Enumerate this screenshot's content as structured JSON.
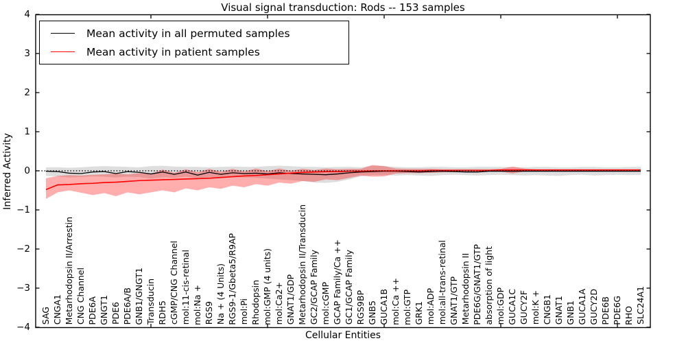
{
  "figure": {
    "title": "Visual signal transduction: Rods -- 153 samples",
    "xlabel": "Cellular Entities",
    "ylabel": "Inferred Activity"
  },
  "chart_data": {
    "type": "line",
    "title": "Visual signal transduction: Rods -- 153 samples",
    "xlabel": "Cellular Entities",
    "ylabel": "Inferred Activity",
    "ylim": [
      -4,
      4
    ],
    "yticks": [
      -4,
      -3,
      -2,
      -1,
      0,
      1,
      2,
      3,
      4
    ],
    "xtick_indices": [
      9,
      19,
      29,
      39,
      49
    ],
    "grid": false,
    "legend_position": "upper left",
    "zero_line": {
      "style": "dotted",
      "color": "#000000",
      "y": 0
    },
    "categories": [
      "SAG",
      "CNGA1",
      "Metarhodopsin II/Arrestin",
      "CNG Channel",
      "PDE6A",
      "GNGT1",
      "PDE6",
      "PDE6A/B",
      "GNB1/GNGT1",
      "Transducin",
      "RDH5",
      "cGMP/CNG Channel",
      "mol:11-cis-retinal",
      "mol:Na +",
      "RGS9",
      "Na + (4 Units)",
      "RGS9-1/Gbeta5/R9AP",
      "mol:Pi",
      "Rhodopsin",
      "mol:GMP (4 units)",
      "mol:Ca2+",
      "GNAT1/GDP",
      "Metarhodopsin II/Transducin",
      "GC2/GCAP Family",
      "mol:cGMP",
      "GCAP Family/Ca ++",
      "GC1/GCAP Family",
      "RGS9BP",
      "GNB5",
      "GUCA1B",
      "mol:Ca ++",
      "mol:GTP",
      "GRK1",
      "mol:ADP",
      "mol:all-trans-retinal",
      "GNAT1/GTP",
      "Metarhodopsin II",
      "PDE6G/GNAT1/GTP",
      "absorption of light",
      "mol:GDP",
      "GUCA1C",
      "GUCY2F",
      "mol:K +",
      "CNGB1",
      "GNAT1",
      "GNB1",
      "GUCA1A",
      "GUCY2D",
      "PDE6B",
      "PDE6G",
      "RHO",
      "SLC24A1"
    ],
    "series": [
      {
        "name": "Mean activity in all permuted samples",
        "color": "#000000",
        "line_width": 1.3,
        "values": [
          -0.01,
          -0.02,
          -0.06,
          -0.07,
          -0.03,
          -0.02,
          -0.07,
          -0.02,
          -0.04,
          -0.08,
          -0.03,
          -0.09,
          -0.03,
          -0.11,
          -0.04,
          -0.09,
          -0.05,
          -0.07,
          -0.06,
          -0.08,
          -0.05,
          -0.07,
          -0.08,
          -0.09,
          -0.1,
          -0.08,
          -0.05,
          -0.03,
          -0.02,
          -0.01,
          -0.01,
          -0.02,
          -0.03,
          -0.02,
          -0.01,
          -0.02,
          -0.03,
          -0.03,
          -0.01,
          -0.01,
          -0.01,
          -0.01,
          -0.01,
          -0.01,
          -0.01,
          -0.01,
          -0.01,
          -0.01,
          -0.01,
          -0.01,
          -0.01,
          -0.01
        ],
        "band": {
          "color": "#000000",
          "opacity": 0.13,
          "upper": [
            0.09,
            0.09,
            0.08,
            0.09,
            0.11,
            0.12,
            0.11,
            0.1,
            0.09,
            0.12,
            0.13,
            0.11,
            0.1,
            0.1,
            0.09,
            0.1,
            0.11,
            0.1,
            0.1,
            0.12,
            0.13,
            0.12,
            0.1,
            0.1,
            0.09,
            0.1,
            0.1,
            0.09,
            0.13,
            0.12,
            0.1,
            0.09,
            0.09,
            0.1,
            0.1,
            0.09,
            0.09,
            0.1,
            0.1,
            0.1,
            0.09,
            0.09,
            0.1,
            0.1,
            0.09,
            0.09,
            0.1,
            0.1,
            0.09,
            0.09,
            0.1,
            0.1
          ],
          "lower": [
            -0.13,
            -0.14,
            -0.17,
            -0.16,
            -0.14,
            -0.15,
            -0.17,
            -0.15,
            -0.16,
            -0.2,
            -0.16,
            -0.18,
            -0.15,
            -0.2,
            -0.16,
            -0.18,
            -0.16,
            -0.17,
            -0.18,
            -0.2,
            -0.22,
            -0.24,
            -0.26,
            -0.3,
            -0.31,
            -0.28,
            -0.22,
            -0.14,
            -0.11,
            -0.11,
            -0.12,
            -0.11,
            -0.12,
            -0.13,
            -0.11,
            -0.1,
            -0.11,
            -0.12,
            -0.11,
            -0.1,
            -0.11,
            -0.12,
            -0.11,
            -0.12,
            -0.13,
            -0.11,
            -0.1,
            -0.12,
            -0.11,
            -0.1,
            -0.11,
            -0.1
          ]
        }
      },
      {
        "name": "Mean activity in patient samples",
        "color": "#ff0000",
        "line_width": 1.6,
        "values": [
          -0.48,
          -0.36,
          -0.35,
          -0.33,
          -0.32,
          -0.3,
          -0.29,
          -0.27,
          -0.25,
          -0.24,
          -0.23,
          -0.22,
          -0.21,
          -0.2,
          -0.19,
          -0.17,
          -0.15,
          -0.13,
          -0.12,
          -0.1,
          -0.08,
          -0.06,
          -0.04,
          -0.03,
          -0.02,
          -0.02,
          -0.01,
          -0.01,
          0.0,
          0.0,
          0.0,
          0.0,
          0.0,
          0.01,
          0.01,
          0.01,
          0.01,
          0.01,
          0.01,
          0.02,
          0.02,
          0.02,
          0.02,
          0.02,
          0.02,
          0.02,
          0.02,
          0.02,
          0.02,
          0.02,
          0.02,
          0.02
        ],
        "band": {
          "color": "#ff0000",
          "opacity": 0.32,
          "upper": [
            -0.19,
            -0.13,
            -0.11,
            -0.12,
            -0.1,
            -0.09,
            -0.07,
            -0.09,
            -0.06,
            -0.08,
            0.03,
            -0.05,
            0.04,
            -0.04,
            0.05,
            -0.03,
            0.05,
            -0.02,
            0.06,
            -0.01,
            0.06,
            0.0,
            0.05,
            0.02,
            0.06,
            0.04,
            0.05,
            0.05,
            0.15,
            0.12,
            0.06,
            0.05,
            0.05,
            0.05,
            0.04,
            0.04,
            0.04,
            0.04,
            0.04,
            0.05,
            0.11,
            0.06,
            0.04,
            0.04,
            0.04,
            0.04,
            0.04,
            0.04,
            0.04,
            0.04,
            0.04,
            0.04
          ],
          "lower": [
            -0.72,
            -0.55,
            -0.5,
            -0.56,
            -0.62,
            -0.57,
            -0.65,
            -0.55,
            -0.6,
            -0.55,
            -0.5,
            -0.55,
            -0.45,
            -0.5,
            -0.42,
            -0.46,
            -0.38,
            -0.42,
            -0.34,
            -0.38,
            -0.3,
            -0.33,
            -0.26,
            -0.28,
            -0.22,
            -0.24,
            -0.18,
            -0.12,
            -0.15,
            -0.14,
            -0.07,
            -0.06,
            -0.06,
            -0.05,
            -0.04,
            -0.03,
            -0.03,
            -0.03,
            -0.02,
            -0.02,
            -0.07,
            -0.02,
            -0.01,
            -0.01,
            -0.01,
            0.0,
            0.0,
            0.0,
            0.0,
            0.0,
            0.0,
            0.0
          ]
        }
      }
    ]
  },
  "legend": {
    "entries": [
      {
        "label": "Mean activity in all permuted samples",
        "color": "#000000"
      },
      {
        "label": "Mean activity in patient samples",
        "color": "#ff0000"
      }
    ]
  }
}
